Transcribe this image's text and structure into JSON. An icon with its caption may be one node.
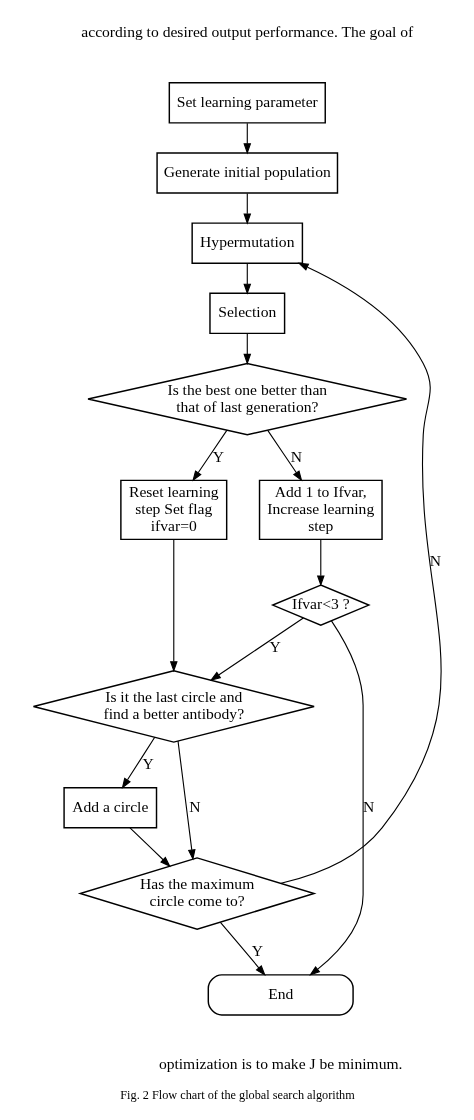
{
  "diagram": {
    "caption": "Fig. 2 Flow chart of the global search algorithm",
    "nodes": [
      {
        "text": [
          "Set learning parameter"
        ]
      },
      {
        "text": [
          "Generate initial population"
        ]
      },
      {
        "text": [
          "Hypermutation"
        ]
      },
      {
        "text": [
          "Selection"
        ]
      },
      {
        "text": [
          "Is the best one better than that of last generation?"
        ]
      },
      {
        "text": [
          "Reset learning step Set flag ifvar=0"
        ]
      },
      {
        "text": [
          "Add 1 to Ifvar, Increase learning step"
        ]
      },
      {
        "text": [
          "Ifvar<3 ?"
        ]
      },
      {
        "text": [
          "Is it the last circle and find a better antibody?"
        ]
      },
      {
        "text": [
          "Add a circle"
        ]
      },
      {
        "text": [
          "Has the maximum circle come to?"
        ]
      },
      {
        "text": [
          "End"
        ]
      }
    ],
    "edges": [
      {
        "from": 0,
        "to": 1,
        "arrow": "to"
      },
      {
        "from": 1,
        "to": 2,
        "arrow": "to"
      },
      {
        "from": 2,
        "to": 3,
        "arrow": "to"
      },
      {
        "from": 3,
        "to": 4,
        "arrow": "to"
      },
      {
        "from": 4,
        "to": 5,
        "arrow": "to",
        "label": "Y"
      },
      {
        "from": 4,
        "to": 6,
        "arrow": "to",
        "label": "N"
      },
      {
        "from": 5,
        "to": 8,
        "arrow": "to"
      },
      {
        "from": 6,
        "to": 7,
        "arrow": "to"
      },
      {
        "from": 7,
        "to": 8,
        "arrow": "to",
        "label": "Y"
      },
      {
        "from": 7,
        "to": 11,
        "arrow": "to",
        "label": "N"
      },
      {
        "from": 8,
        "to": 9,
        "arrow": "to",
        "label": "Y"
      },
      {
        "from": 8,
        "to": 10,
        "arrow": "to",
        "label": "N"
      },
      {
        "from": 9,
        "to": 10,
        "arrow": "to"
      },
      {
        "from": 10,
        "to": 2,
        "arrow": "to",
        "label": "N"
      },
      {
        "from": 10,
        "to": 11,
        "arrow": "to",
        "label": "Y"
      }
    ],
    "labels": [
      "according to desired output performance. The goal of",
      "optimization is to make J be minimum."
    ]
  }
}
